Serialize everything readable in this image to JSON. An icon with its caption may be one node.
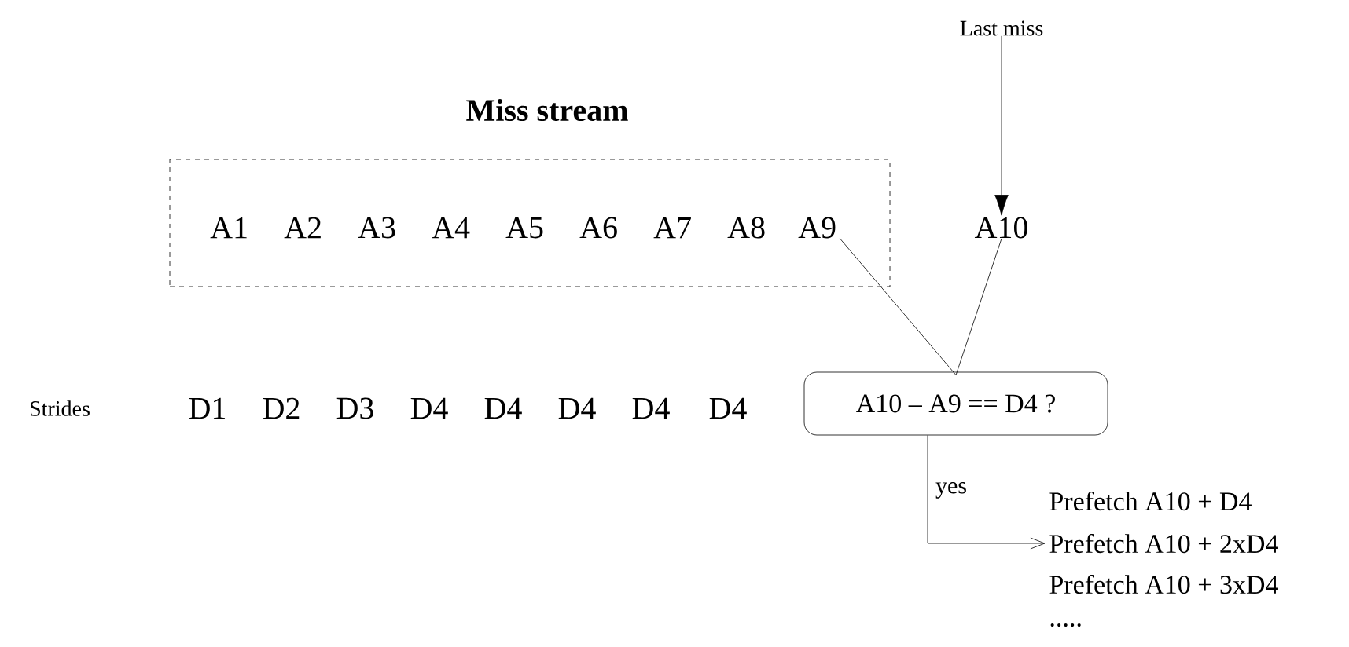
{
  "diagram": {
    "nodes": [
      {
        "text": [
          "Miss stream"
        ]
      },
      {
        "text": [
          "A1"
        ],
        "in": 0
      },
      {
        "text": [
          "A2"
        ],
        "in": 0
      },
      {
        "text": [
          "A3"
        ],
        "in": 0
      },
      {
        "text": [
          "A4"
        ],
        "in": 0
      },
      {
        "text": [
          "A5"
        ],
        "in": 0
      },
      {
        "text": [
          "A6"
        ],
        "in": 0
      },
      {
        "text": [
          "A7"
        ],
        "in": 0
      },
      {
        "text": [
          "A8"
        ],
        "in": 0
      },
      {
        "text": [
          "A9"
        ],
        "in": 0
      },
      {
        "text": [
          "A10"
        ]
      },
      {
        "text": [
          "Last miss"
        ]
      },
      {
        "text": [
          "A10 – A9 == D4 ?"
        ]
      },
      {
        "text": [
          "Prefetch A10 + D4"
        ]
      },
      {
        "text": [
          "Prefetch A10 + 2xD4"
        ]
      },
      {
        "text": [
          "Prefetch A10 + 3xD4"
        ]
      },
      {
        "text": [
          "....."
        ]
      }
    ],
    "edges": [
      {
        "from": 9,
        "to": 12,
        "arrow": "none"
      },
      {
        "from": 10,
        "to": 12,
        "arrow": "none"
      },
      {
        "from": 11,
        "to": 10,
        "arrow": "to"
      },
      {
        "from": 12,
        "to": 14,
        "arrow": "to",
        "label": "yes"
      }
    ],
    "labels": [
      "Strides",
      "D1",
      "D2",
      "D3",
      "D4",
      "D4",
      "D4",
      "D4",
      "D4"
    ]
  }
}
